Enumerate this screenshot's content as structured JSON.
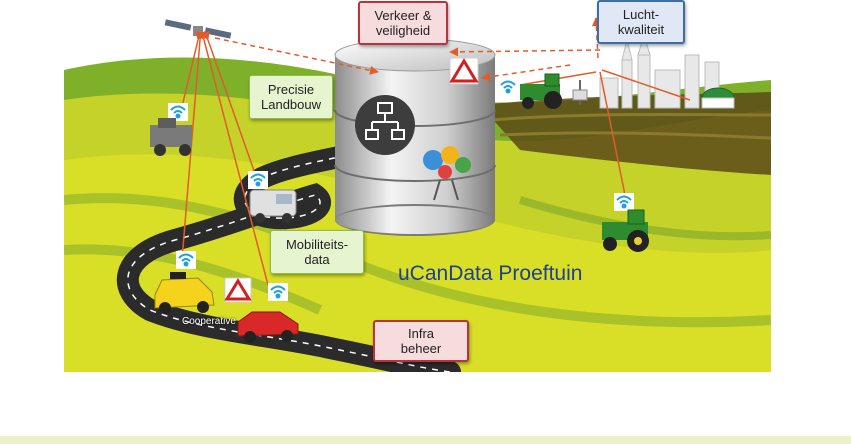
{
  "labels": {
    "traffic_safety": "Verkeer &\nveiligheid",
    "air_quality": "Lucht-\nkwaliteit",
    "precision_agriculture": "Precisie\nLandbouw",
    "mobility_data": "Mobiliteits-\ndata",
    "infra_management": "Infra\nbeheer",
    "title": "uCanData Proeftuin",
    "cooperative": "Cooperative"
  },
  "colors": {
    "sky": "#ffffff",
    "field_yellow": "#d9de27",
    "field_green": "#8dbb2d",
    "road": "#2b2b2b",
    "arrow": "#e35b26",
    "accent_blue": "#1f3f8f",
    "wifi": "#1ea0dc"
  },
  "icons": [
    "satellite-icon",
    "database-icon",
    "flowchart-icon",
    "gears-icon",
    "warning-sign-icon",
    "wifi-icon",
    "tractor-icon",
    "harvester-icon",
    "taxi-icon",
    "car-icon",
    "van-icon",
    "city-skyline-icon",
    "weather-station-icon"
  ]
}
